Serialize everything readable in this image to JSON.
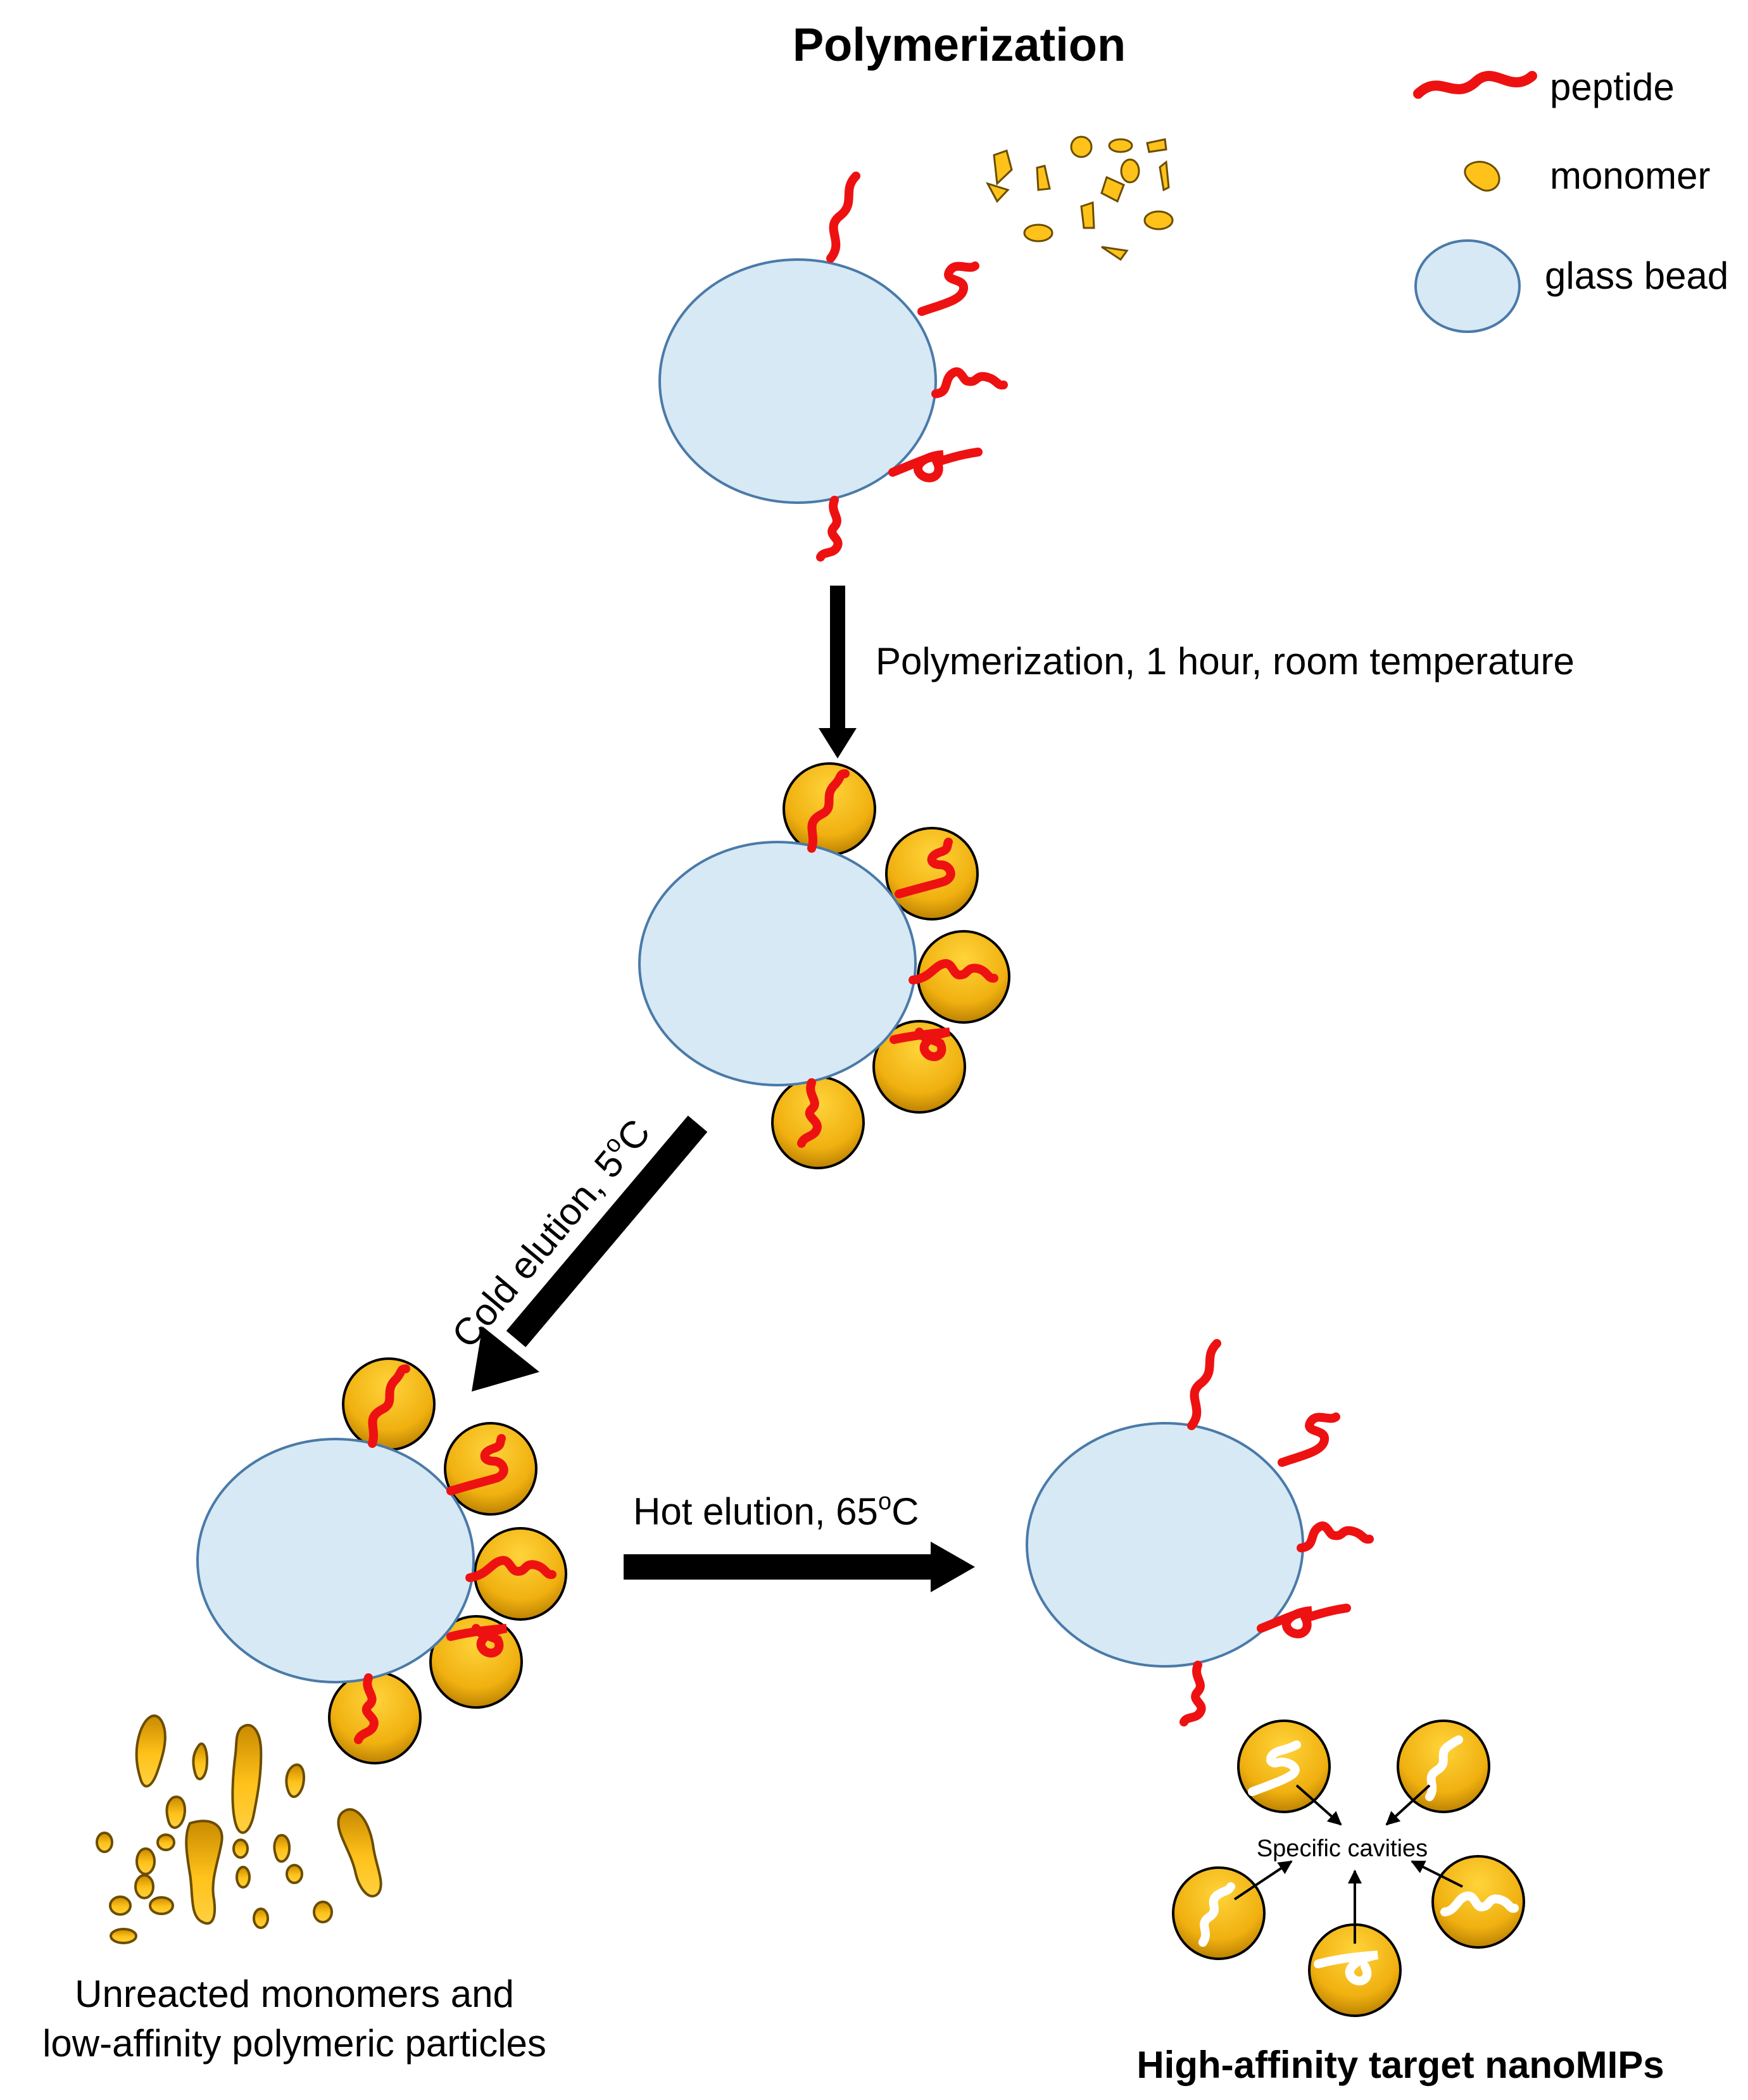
{
  "title": "Polymerization",
  "legend": {
    "peptide": "peptide",
    "monomer": "monomer",
    "glass_bead": "glass bead"
  },
  "steps": {
    "polymerization": "Polymerization,  1 hour,  room temperature",
    "cold_elution_text": "Cold elution, 5",
    "cold_elution_sup": "o",
    "cold_elution_unit": "C",
    "hot_elution_text": "Hot elution,  65",
    "hot_elution_sup": "o",
    "hot_elution_unit": "C"
  },
  "outputs": {
    "unreacted_line1": "Unreacted monomers and",
    "unreacted_line2": "low-affinity  polymeric particles",
    "cavities": "Specific cavities",
    "nanomips": "High-affinity target nanoMIPs"
  },
  "colors": {
    "peptide": "#ee1111",
    "monomer": "#ffc21a",
    "monomer_outline": "#7a5800",
    "bead_fill": "#d7e9f5",
    "bead_stroke": "#4a7aa8",
    "arrow": "#000000",
    "cavity_peptide": "#ffffff"
  }
}
